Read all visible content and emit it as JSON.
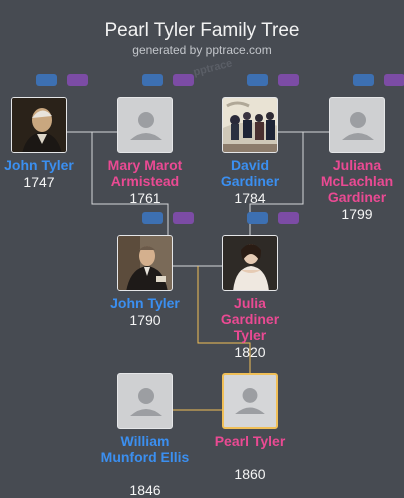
{
  "header": {
    "title": "Pearl Tyler Family Tree",
    "subtitle": "generated by pptrace.com"
  },
  "people": {
    "john_tyler_1747": {
      "name": "John Tyler",
      "year": "1747"
    },
    "mary_armistead": {
      "name": "Mary Marot Armistead",
      "year": "1761"
    },
    "david_gardiner": {
      "name": "David Gardiner",
      "year": "1784"
    },
    "juliana_gardiner": {
      "name": "Juliana McLachlan Gardiner",
      "year": "1799"
    },
    "john_tyler_1790": {
      "name": "John Tyler",
      "year": "1790"
    },
    "julia_gardiner": {
      "name": "Julia Gardiner Tyler",
      "year": "1820"
    },
    "william_ellis": {
      "name": "William Munford Ellis",
      "year": "1846"
    },
    "pearl_tyler": {
      "name": "Pearl Tyler",
      "year": "1860"
    }
  },
  "colors": {
    "male": "#3b8ff0",
    "female": "#ea4a93",
    "highlight": "#f0bf57",
    "background": "#474b52"
  }
}
